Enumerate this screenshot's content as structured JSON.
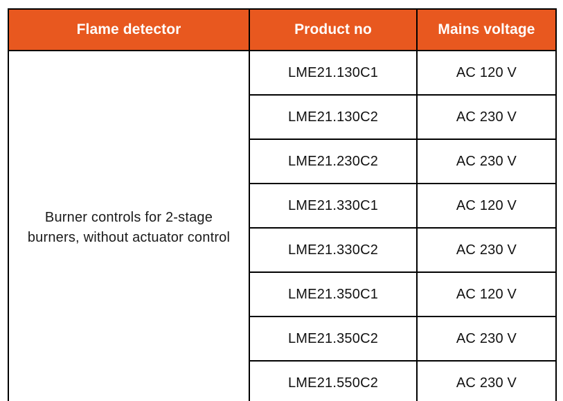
{
  "table": {
    "headers": [
      {
        "label": "Flame detector"
      },
      {
        "label": "Product no"
      },
      {
        "label": "Mains voltage"
      }
    ],
    "detector_group": {
      "label": "Burner controls for 2-stage burners, without actuator control",
      "rowspan": 8
    },
    "rows": [
      {
        "product_no": "LME21.130C1",
        "mains_voltage": "AC 120 V"
      },
      {
        "product_no": "LME21.130C2",
        "mains_voltage": "AC 230 V"
      },
      {
        "product_no": "LME21.230C2",
        "mains_voltage": "AC 230 V"
      },
      {
        "product_no": "LME21.330C1",
        "mains_voltage": "AC 120 V"
      },
      {
        "product_no": "LME21.330C2",
        "mains_voltage": "AC 230 V"
      },
      {
        "product_no": "LME21.350C1",
        "mains_voltage": "AC 120 V"
      },
      {
        "product_no": "LME21.350C2",
        "mains_voltage": "AC 230 V"
      },
      {
        "product_no": "LME21.550C2",
        "mains_voltage": "AC 230 V"
      }
    ],
    "colors": {
      "header_background": "#e8581f",
      "header_text": "#ffffff",
      "border": "#000000",
      "cell_background": "#ffffff",
      "cell_text": "#111111"
    }
  }
}
